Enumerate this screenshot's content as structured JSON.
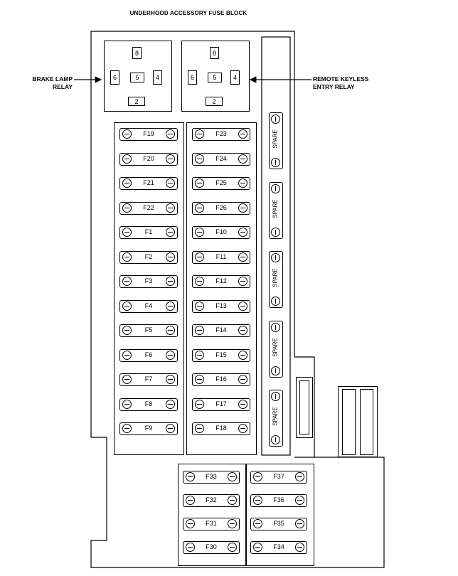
{
  "title": "UNDERHOOD ACCESSORY FUSE BLOCK",
  "callouts": {
    "left": {
      "line1": "BRAKE LAMP",
      "line2": "RELAY"
    },
    "right": {
      "line1": "REMOTE KEYLESS",
      "line2": "ENTRY RELAY"
    }
  },
  "relays": [
    {
      "pins": [
        "8",
        "6",
        "5",
        "4",
        "2"
      ]
    },
    {
      "pins": [
        "8",
        "6",
        "5",
        "4",
        "2"
      ]
    }
  ],
  "fuse_columns": [
    {
      "fuses": [
        "F19",
        "F20",
        "F21",
        "F22",
        "F1",
        "F2",
        "F3",
        "F4",
        "F5",
        "F6",
        "F7",
        "F8",
        "F9"
      ]
    },
    {
      "fuses": [
        "F23",
        "F24",
        "F25",
        "F26",
        "F10",
        "F11",
        "F12",
        "F13",
        "F14",
        "F15",
        "F16",
        "F17",
        "F18"
      ]
    }
  ],
  "spares": [
    "SPARE",
    "SPARE",
    "SPARE",
    "SPARE",
    "SPARE"
  ],
  "lower_fuses": {
    "left": [
      "F33",
      "F32",
      "F31",
      "F30"
    ],
    "right": [
      "F37",
      "F36",
      "F35",
      "F34"
    ]
  }
}
